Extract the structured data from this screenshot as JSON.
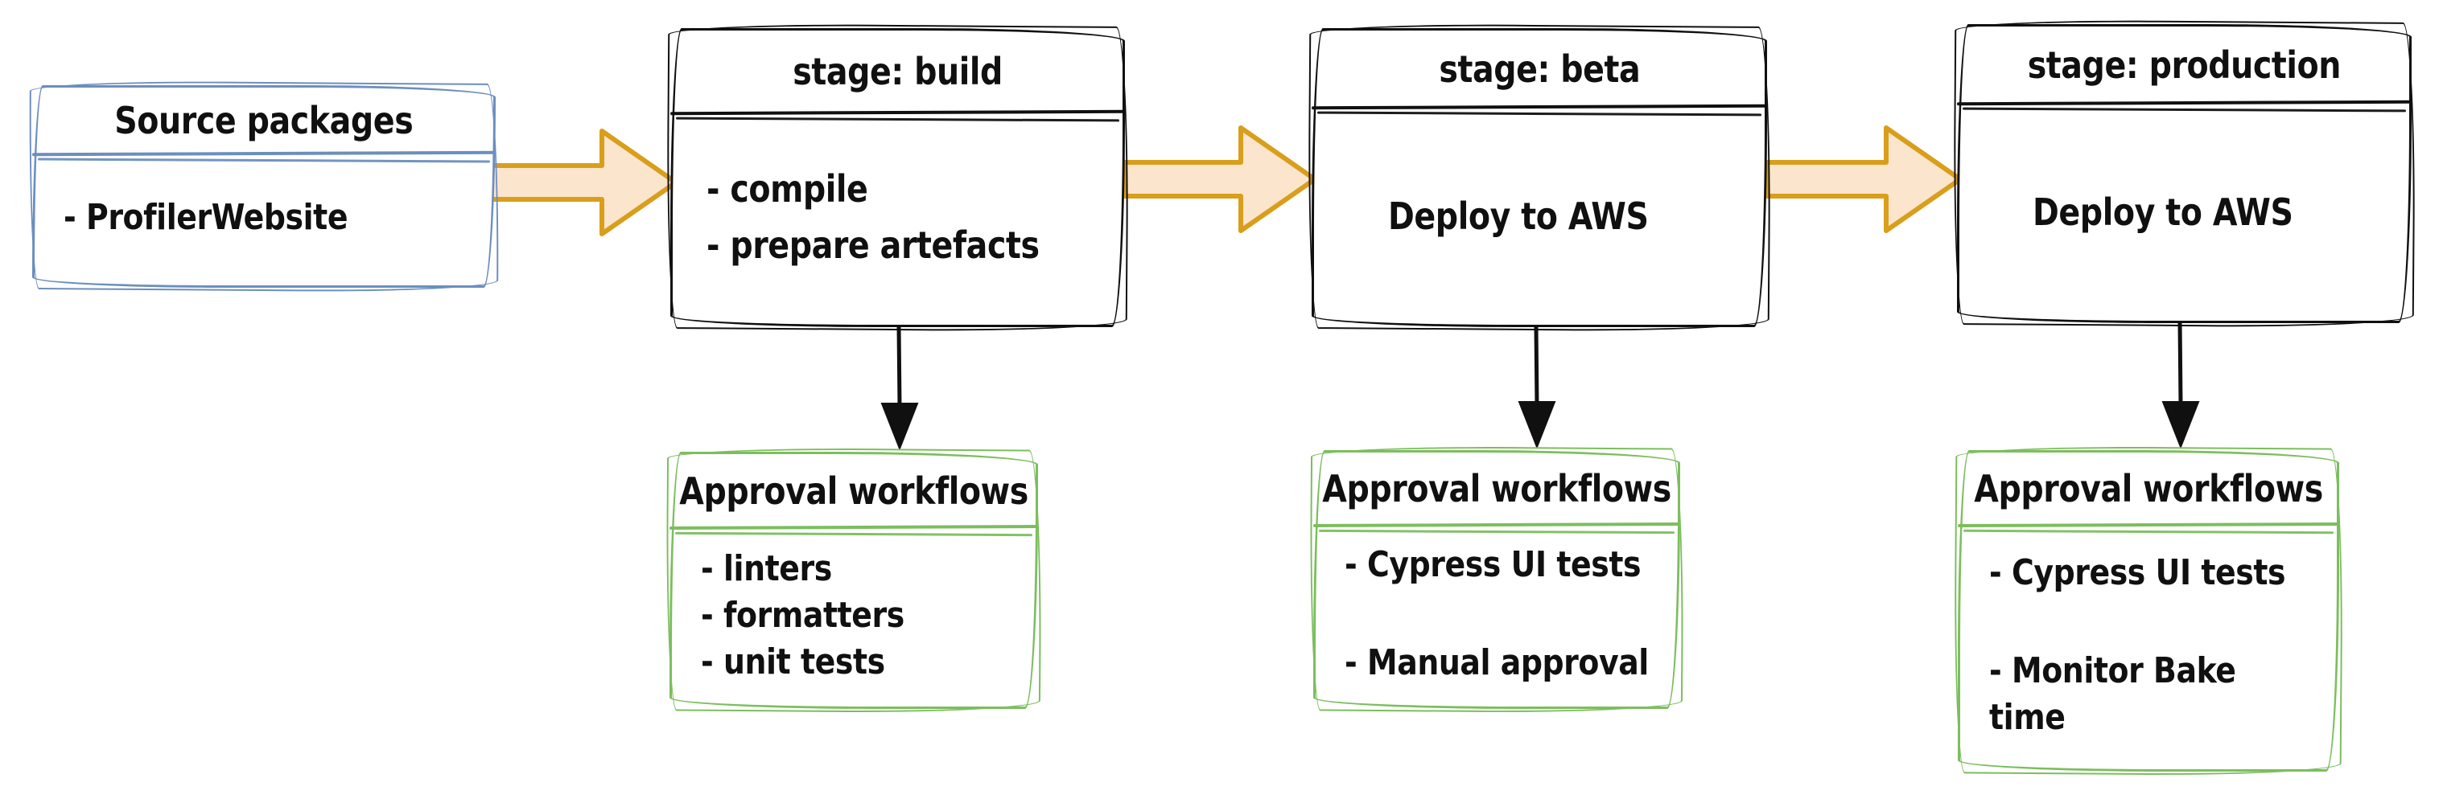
{
  "colors": {
    "blue": "#6C8EBF",
    "green": "#7CBE5E",
    "ink": "#101010",
    "orange-stroke": "#D99E1B",
    "orange-fill": "#FBE5CD"
  },
  "source": {
    "title": "Source packages",
    "items": [
      "- ProfilerWebsite"
    ]
  },
  "stages": [
    {
      "title": "stage: build",
      "lines": [
        "- compile",
        "- prepare artefacts"
      ]
    },
    {
      "title": "stage: beta",
      "lines": [
        "Deploy to AWS"
      ]
    },
    {
      "title": "stage: production",
      "lines": [
        "Deploy to AWS"
      ]
    }
  ],
  "approvals": [
    {
      "title": "Approval workflows",
      "items": [
        "- linters",
        "- formatters",
        "- unit tests"
      ]
    },
    {
      "title": "Approval workflows",
      "items": [
        "- Cypress UI tests",
        "- Manual approval"
      ]
    },
    {
      "title": "Approval workflows",
      "items": [
        "- Cypress UI tests",
        "- Monitor Bake time"
      ]
    }
  ]
}
